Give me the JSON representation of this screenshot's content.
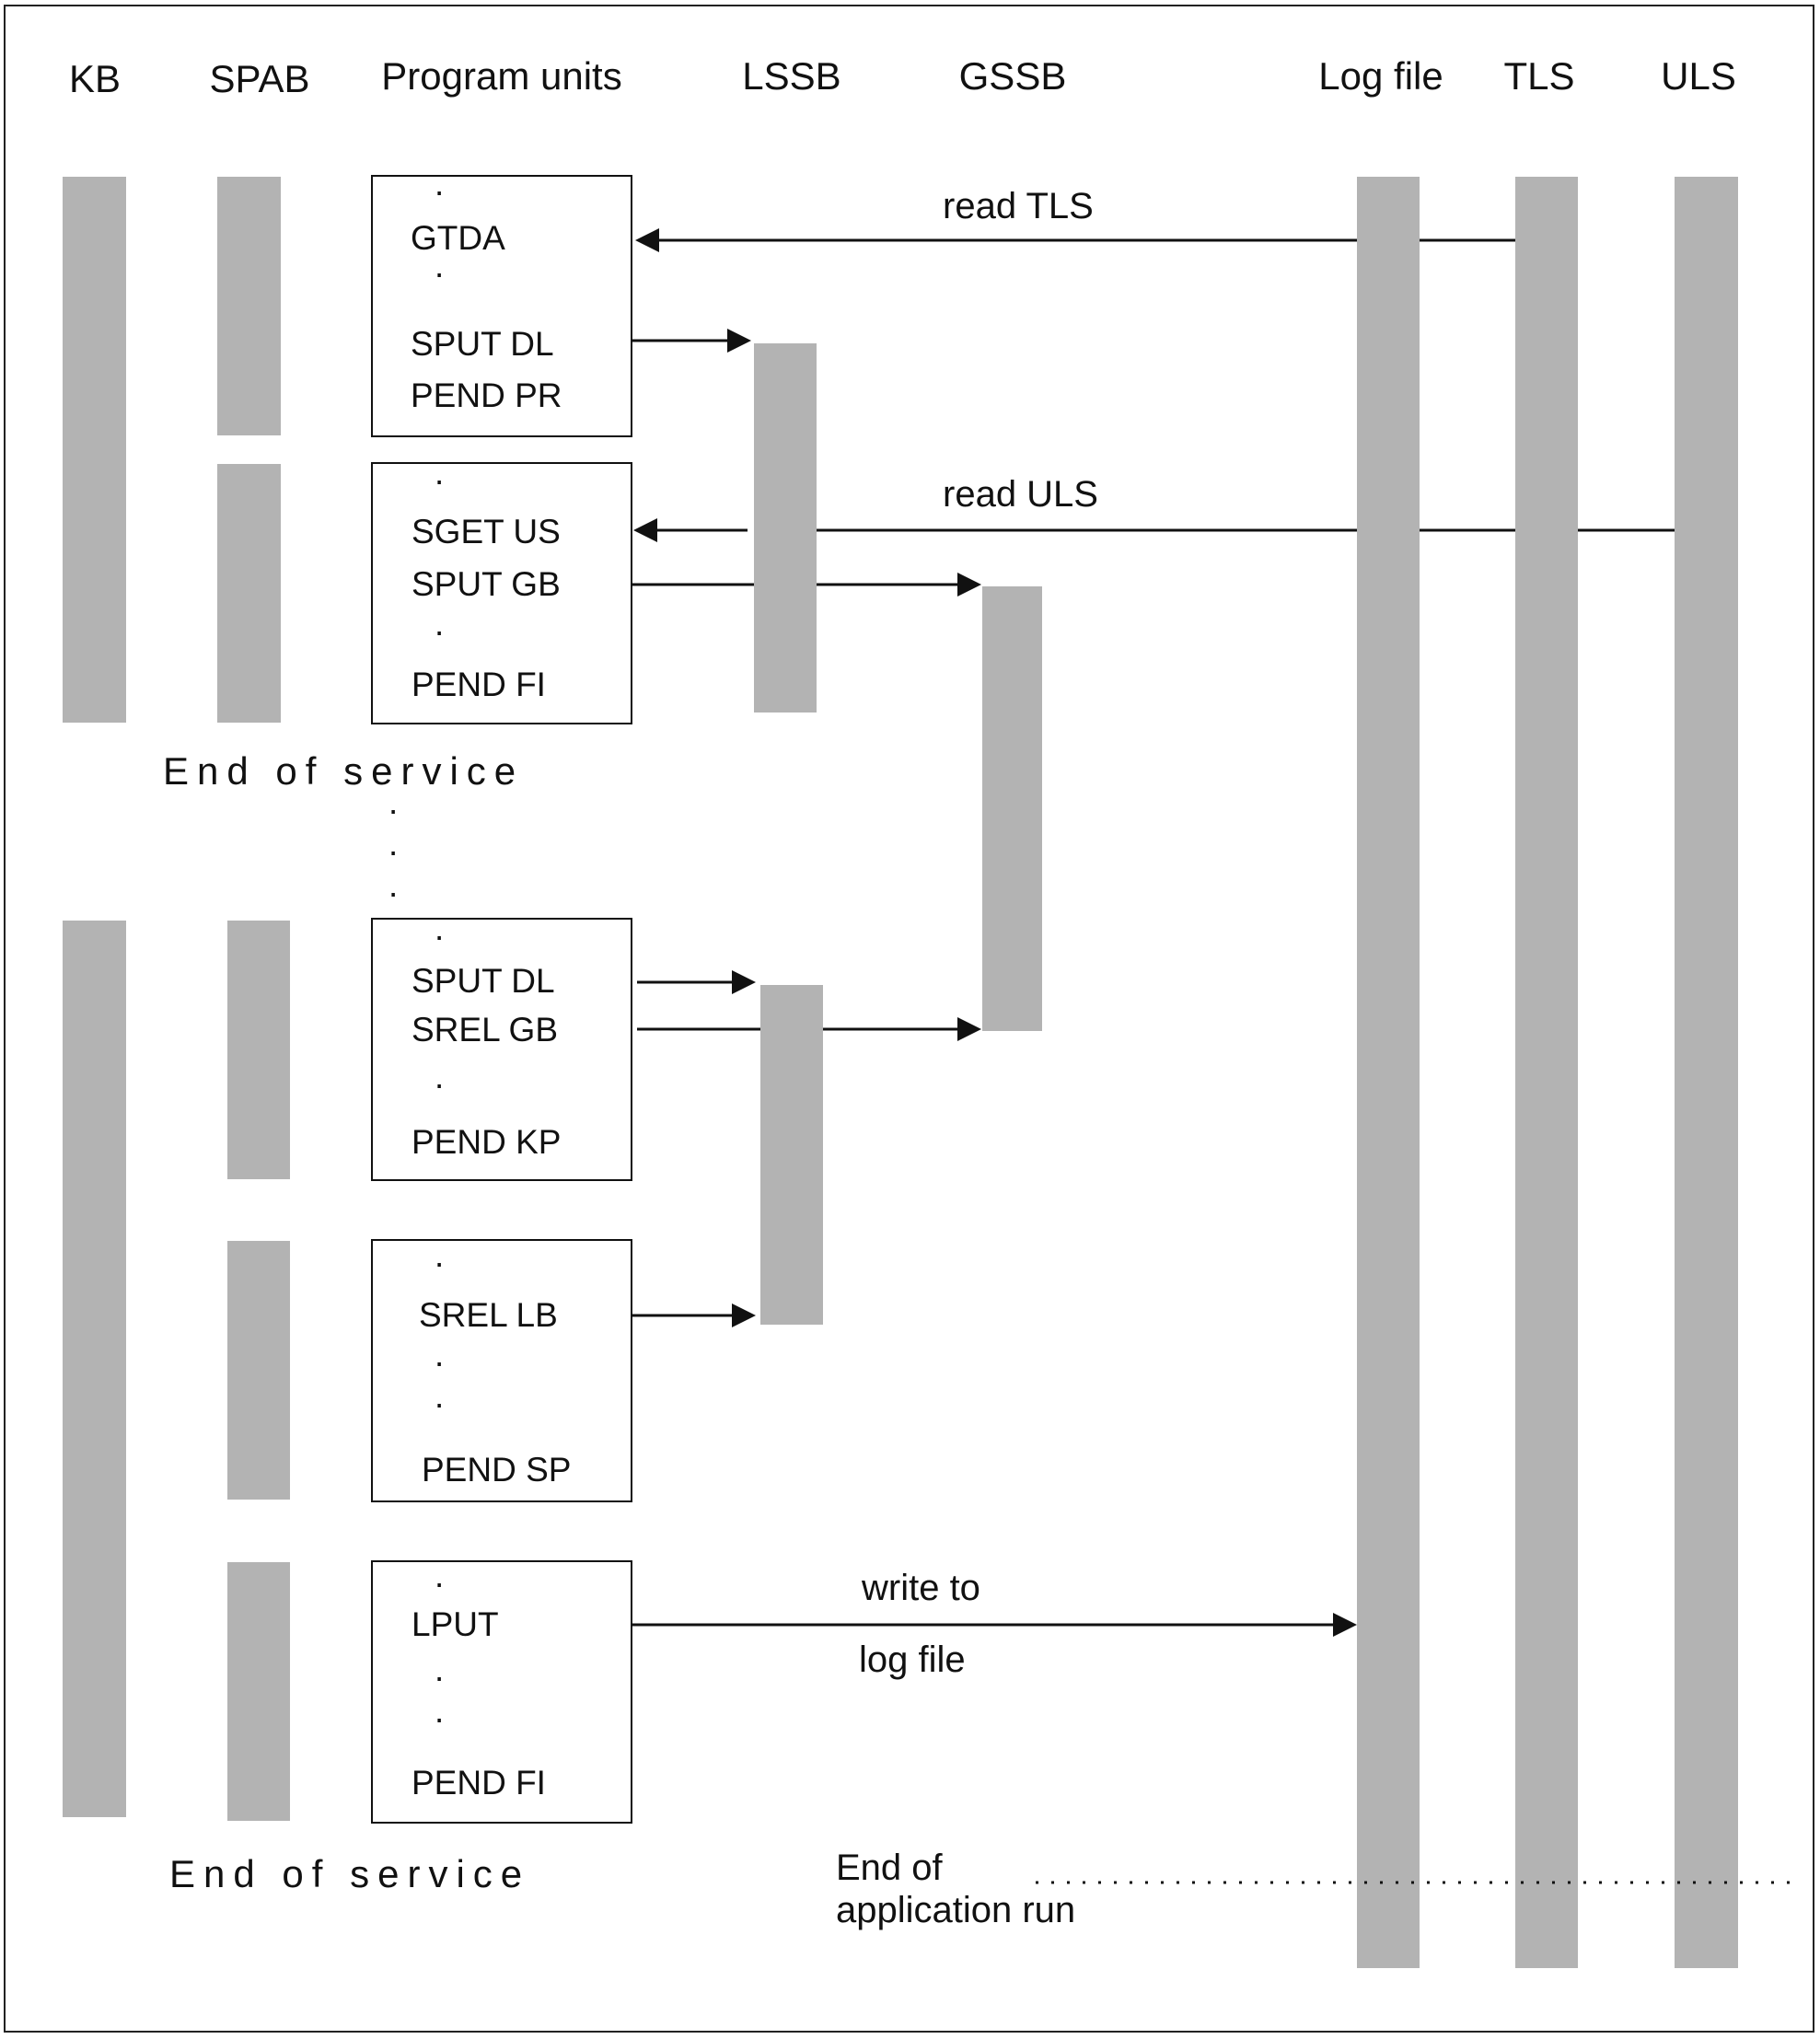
{
  "headers": {
    "kb": "KB",
    "spab": "SPAB",
    "program_units": "Program units",
    "lssb": "LSSB",
    "gssb": "GSSB",
    "log_file": "Log file",
    "tls": "TLS",
    "uls": "ULS"
  },
  "boxes": [
    {
      "lines": [
        ".",
        "GTDA",
        ".",
        "SPUT DL",
        "PEND PR"
      ]
    },
    {
      "lines": [
        ".",
        "SGET US",
        "SPUT GB",
        ".",
        "PEND FI"
      ]
    },
    {
      "lines": [
        ".",
        "SPUT DL",
        "SREL GB",
        ".",
        "PEND KP"
      ]
    },
    {
      "lines": [
        ".",
        "SREL LB",
        ".",
        ".",
        "PEND SP"
      ]
    },
    {
      "lines": [
        ".",
        "LPUT",
        ".",
        ".",
        "PEND FI"
      ]
    }
  ],
  "arrows": {
    "read_tls": "read TLS",
    "read_uls": "read ULS",
    "write_to": "write to",
    "log_file": "log file"
  },
  "end_of_service_1": "End of service",
  "end_of_service_2": "End of service",
  "ellipsis": [
    ".",
    ".",
    "."
  ],
  "end_of_run": {
    "line1": "End of",
    "line2": "application run"
  },
  "colors": {
    "bar": "#b3b3b3",
    "line": "#111111"
  }
}
